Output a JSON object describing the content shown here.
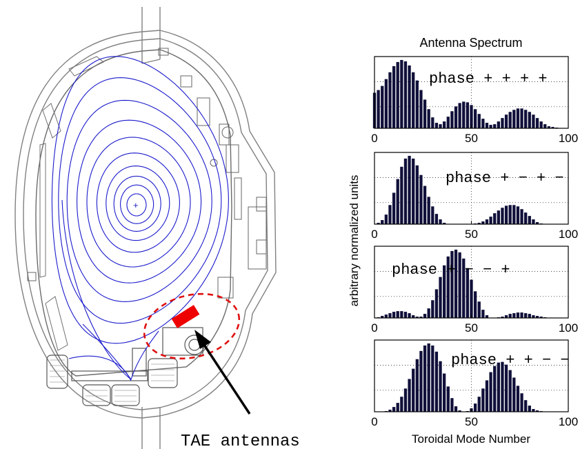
{
  "figure": {
    "spectrum_title": "Antenna Spectrum",
    "ylabel": "arbitrary normalized units",
    "xlabel": "Toroidal Mode Number",
    "antenna_label": "TAE antennas"
  },
  "colors": {
    "bars": "#10103a",
    "flux_surfaces": "#1a1acc",
    "antenna": "#ee0000",
    "antenna_circle": "#e01010",
    "vessel": "#808080"
  },
  "chart_data": [
    {
      "type": "bar",
      "title": "phase + + + +",
      "x": [
        0,
        2,
        4,
        6,
        8,
        10,
        12,
        14,
        16,
        18,
        20,
        22,
        24,
        26,
        28,
        30,
        32,
        34,
        36,
        38,
        40,
        42,
        44,
        46,
        48,
        50,
        52,
        54,
        56,
        58,
        60,
        62,
        64,
        66,
        68,
        70,
        72,
        74,
        76,
        78,
        80,
        82,
        84,
        86,
        88,
        90,
        92,
        94,
        96,
        98,
        100
      ],
      "values": [
        0.52,
        0.56,
        0.62,
        0.72,
        0.82,
        0.91,
        0.97,
        1.0,
        0.98,
        0.92,
        0.82,
        0.7,
        0.56,
        0.42,
        0.28,
        0.16,
        0.08,
        0.06,
        0.1,
        0.17,
        0.25,
        0.32,
        0.37,
        0.39,
        0.38,
        0.34,
        0.28,
        0.21,
        0.14,
        0.08,
        0.05,
        0.06,
        0.1,
        0.15,
        0.2,
        0.24,
        0.27,
        0.29,
        0.29,
        0.27,
        0.24,
        0.2,
        0.15,
        0.1,
        0.06,
        0.03,
        0.02,
        0.01,
        0.0,
        0.0,
        0.0
      ],
      "xlim": [
        0,
        100
      ],
      "ylim": [
        0,
        1.05
      ],
      "xticks": [
        "0",
        "50",
        "100"
      ],
      "grid": true
    },
    {
      "type": "bar",
      "title": "phase + − + −",
      "x": [
        0,
        2,
        4,
        6,
        8,
        10,
        12,
        14,
        16,
        18,
        20,
        22,
        24,
        26,
        28,
        30,
        32,
        34,
        36,
        38,
        40,
        42,
        44,
        46,
        48,
        50,
        52,
        54,
        56,
        58,
        60,
        62,
        64,
        66,
        68,
        70,
        72,
        74,
        76,
        78,
        80,
        82,
        84,
        86,
        88,
        90,
        92,
        94,
        96,
        98,
        100
      ],
      "values": [
        0.0,
        0.02,
        0.06,
        0.14,
        0.28,
        0.46,
        0.66,
        0.84,
        0.96,
        1.0,
        0.96,
        0.86,
        0.72,
        0.56,
        0.4,
        0.26,
        0.15,
        0.07,
        0.02,
        0.0,
        0.0,
        0.0,
        0.0,
        0.0,
        0.0,
        0.0,
        0.01,
        0.02,
        0.04,
        0.07,
        0.11,
        0.16,
        0.2,
        0.24,
        0.27,
        0.28,
        0.28,
        0.26,
        0.22,
        0.17,
        0.12,
        0.07,
        0.03,
        0.01,
        0.0,
        0.0,
        0.0,
        0.0,
        0.0,
        0.0,
        0.0
      ],
      "xlim": [
        0,
        100
      ],
      "ylim": [
        0,
        1.05
      ],
      "xticks": [
        "0",
        "50",
        "100"
      ],
      "grid": true
    },
    {
      "type": "bar",
      "title": "phase + − − +",
      "x": [
        0,
        2,
        4,
        6,
        8,
        10,
        12,
        14,
        16,
        18,
        20,
        22,
        24,
        26,
        28,
        30,
        32,
        34,
        36,
        38,
        40,
        42,
        44,
        46,
        48,
        50,
        52,
        54,
        56,
        58,
        60,
        62,
        64,
        66,
        68,
        70,
        72,
        74,
        76,
        78,
        80,
        82,
        84,
        86,
        88,
        90,
        92,
        94,
        96,
        98,
        100
      ],
      "values": [
        0.0,
        0.01,
        0.03,
        0.05,
        0.07,
        0.09,
        0.1,
        0.1,
        0.09,
        0.07,
        0.04,
        0.02,
        0.02,
        0.06,
        0.14,
        0.26,
        0.42,
        0.6,
        0.77,
        0.9,
        0.98,
        1.0,
        0.96,
        0.87,
        0.73,
        0.56,
        0.39,
        0.24,
        0.12,
        0.04,
        0.0,
        0.0,
        0.01,
        0.02,
        0.04,
        0.06,
        0.07,
        0.08,
        0.08,
        0.07,
        0.06,
        0.04,
        0.03,
        0.02,
        0.01,
        0.0,
        0.0,
        0.0,
        0.0,
        0.0,
        0.0
      ],
      "xlim": [
        0,
        100
      ],
      "ylim": [
        0,
        1.05
      ],
      "xticks": [
        "0",
        "50",
        "100"
      ],
      "grid": true
    },
    {
      "type": "bar",
      "title": "phase + + − −",
      "x": [
        0,
        2,
        4,
        6,
        8,
        10,
        12,
        14,
        16,
        18,
        20,
        22,
        24,
        26,
        28,
        30,
        32,
        34,
        36,
        38,
        40,
        42,
        44,
        46,
        48,
        50,
        52,
        54,
        56,
        58,
        60,
        62,
        64,
        66,
        68,
        70,
        72,
        74,
        76,
        78,
        80,
        82,
        84,
        86,
        88,
        90,
        92,
        94,
        96,
        98,
        100
      ],
      "values": [
        0.0,
        0.0,
        0.0,
        0.01,
        0.03,
        0.07,
        0.13,
        0.22,
        0.34,
        0.48,
        0.63,
        0.77,
        0.89,
        0.97,
        1.0,
        0.97,
        0.88,
        0.74,
        0.56,
        0.37,
        0.2,
        0.08,
        0.02,
        0.0,
        0.01,
        0.05,
        0.12,
        0.22,
        0.34,
        0.46,
        0.58,
        0.67,
        0.72,
        0.73,
        0.69,
        0.61,
        0.5,
        0.38,
        0.27,
        0.17,
        0.09,
        0.04,
        0.02,
        0.01,
        0.0,
        0.0,
        0.0,
        0.0,
        0.0,
        0.0,
        0.0
      ],
      "xlim": [
        0,
        100
      ],
      "ylim": [
        0,
        1.05
      ],
      "xticks": [
        "0",
        "50",
        "100"
      ],
      "grid": true
    }
  ]
}
